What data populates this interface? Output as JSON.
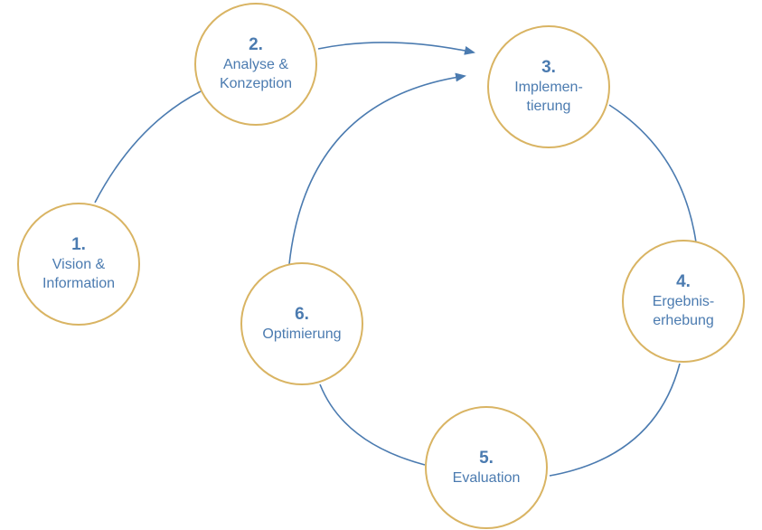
{
  "colors": {
    "node_border": "#d9b463",
    "edge": "#4b7bb0",
    "text": "#4b7bb0"
  },
  "nodes": [
    {
      "id": "n1",
      "number": "1.",
      "lines": [
        "Vision &",
        "Information"
      ]
    },
    {
      "id": "n2",
      "number": "2.",
      "lines": [
        "Analyse &",
        "Konzeption"
      ]
    },
    {
      "id": "n3",
      "number": "3.",
      "lines": [
        "Implemen-",
        "tierung"
      ]
    },
    {
      "id": "n4",
      "number": "4.",
      "lines": [
        "Ergebnis-",
        "erhebung"
      ]
    },
    {
      "id": "n5",
      "number": "5.",
      "lines": [
        "Evaluation"
      ]
    },
    {
      "id": "n6",
      "number": "6.",
      "lines": [
        "Optimierung"
      ]
    }
  ]
}
